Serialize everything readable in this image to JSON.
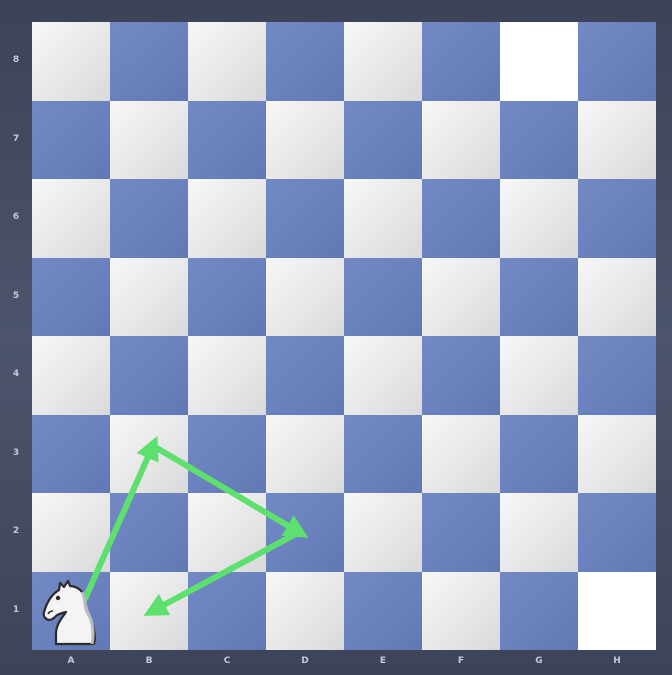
{
  "board": {
    "files": [
      "A",
      "B",
      "C",
      "D",
      "E",
      "F",
      "G",
      "H"
    ],
    "ranks": [
      "8",
      "7",
      "6",
      "5",
      "4",
      "3",
      "2",
      "1"
    ],
    "highlighted_squares": [
      "g8",
      "h1"
    ],
    "colors": {
      "light": "#eeeeee",
      "dark": "#6a82bf",
      "arrow": "#5ee06e",
      "frame": "#454b62"
    }
  },
  "pieces": [
    {
      "type": "knight",
      "color": "white",
      "square": "a1",
      "icon": "white-knight-icon"
    }
  ],
  "arrows": [
    {
      "from": "a1",
      "to": "b3"
    },
    {
      "from": "b3",
      "to": "d2"
    },
    {
      "from": "d2",
      "to": "b1"
    }
  ]
}
